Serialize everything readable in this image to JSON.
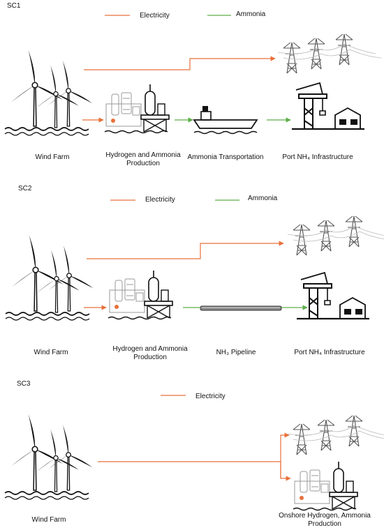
{
  "colors": {
    "electricity": "#e8703a",
    "ammonia": "#5cae48"
  },
  "sc1": {
    "label": "SC1",
    "legend_electricity": "Electricity",
    "legend_ammonia": "Ammonia",
    "wind_farm": "Wind Farm",
    "production": "Hydrogen and Ammonia Production",
    "transport": "Ammonia Transportation",
    "port": "Port NH₄ Infrastructure"
  },
  "sc2": {
    "label": "SC2",
    "legend_electricity": "Electricity",
    "legend_ammonia": "Ammonia",
    "wind_farm": "Wind Farm",
    "production": "Hydrogen and Ammonia Production",
    "pipeline": "NH₃ Pipeline",
    "port": "Port NH₄ Infrastructure"
  },
  "sc3": {
    "label": "SC3",
    "legend_electricity": "Electricity",
    "wind_farm": "Wind Farm",
    "onshore": "Onshore Hydrogen, Ammonia Production"
  }
}
